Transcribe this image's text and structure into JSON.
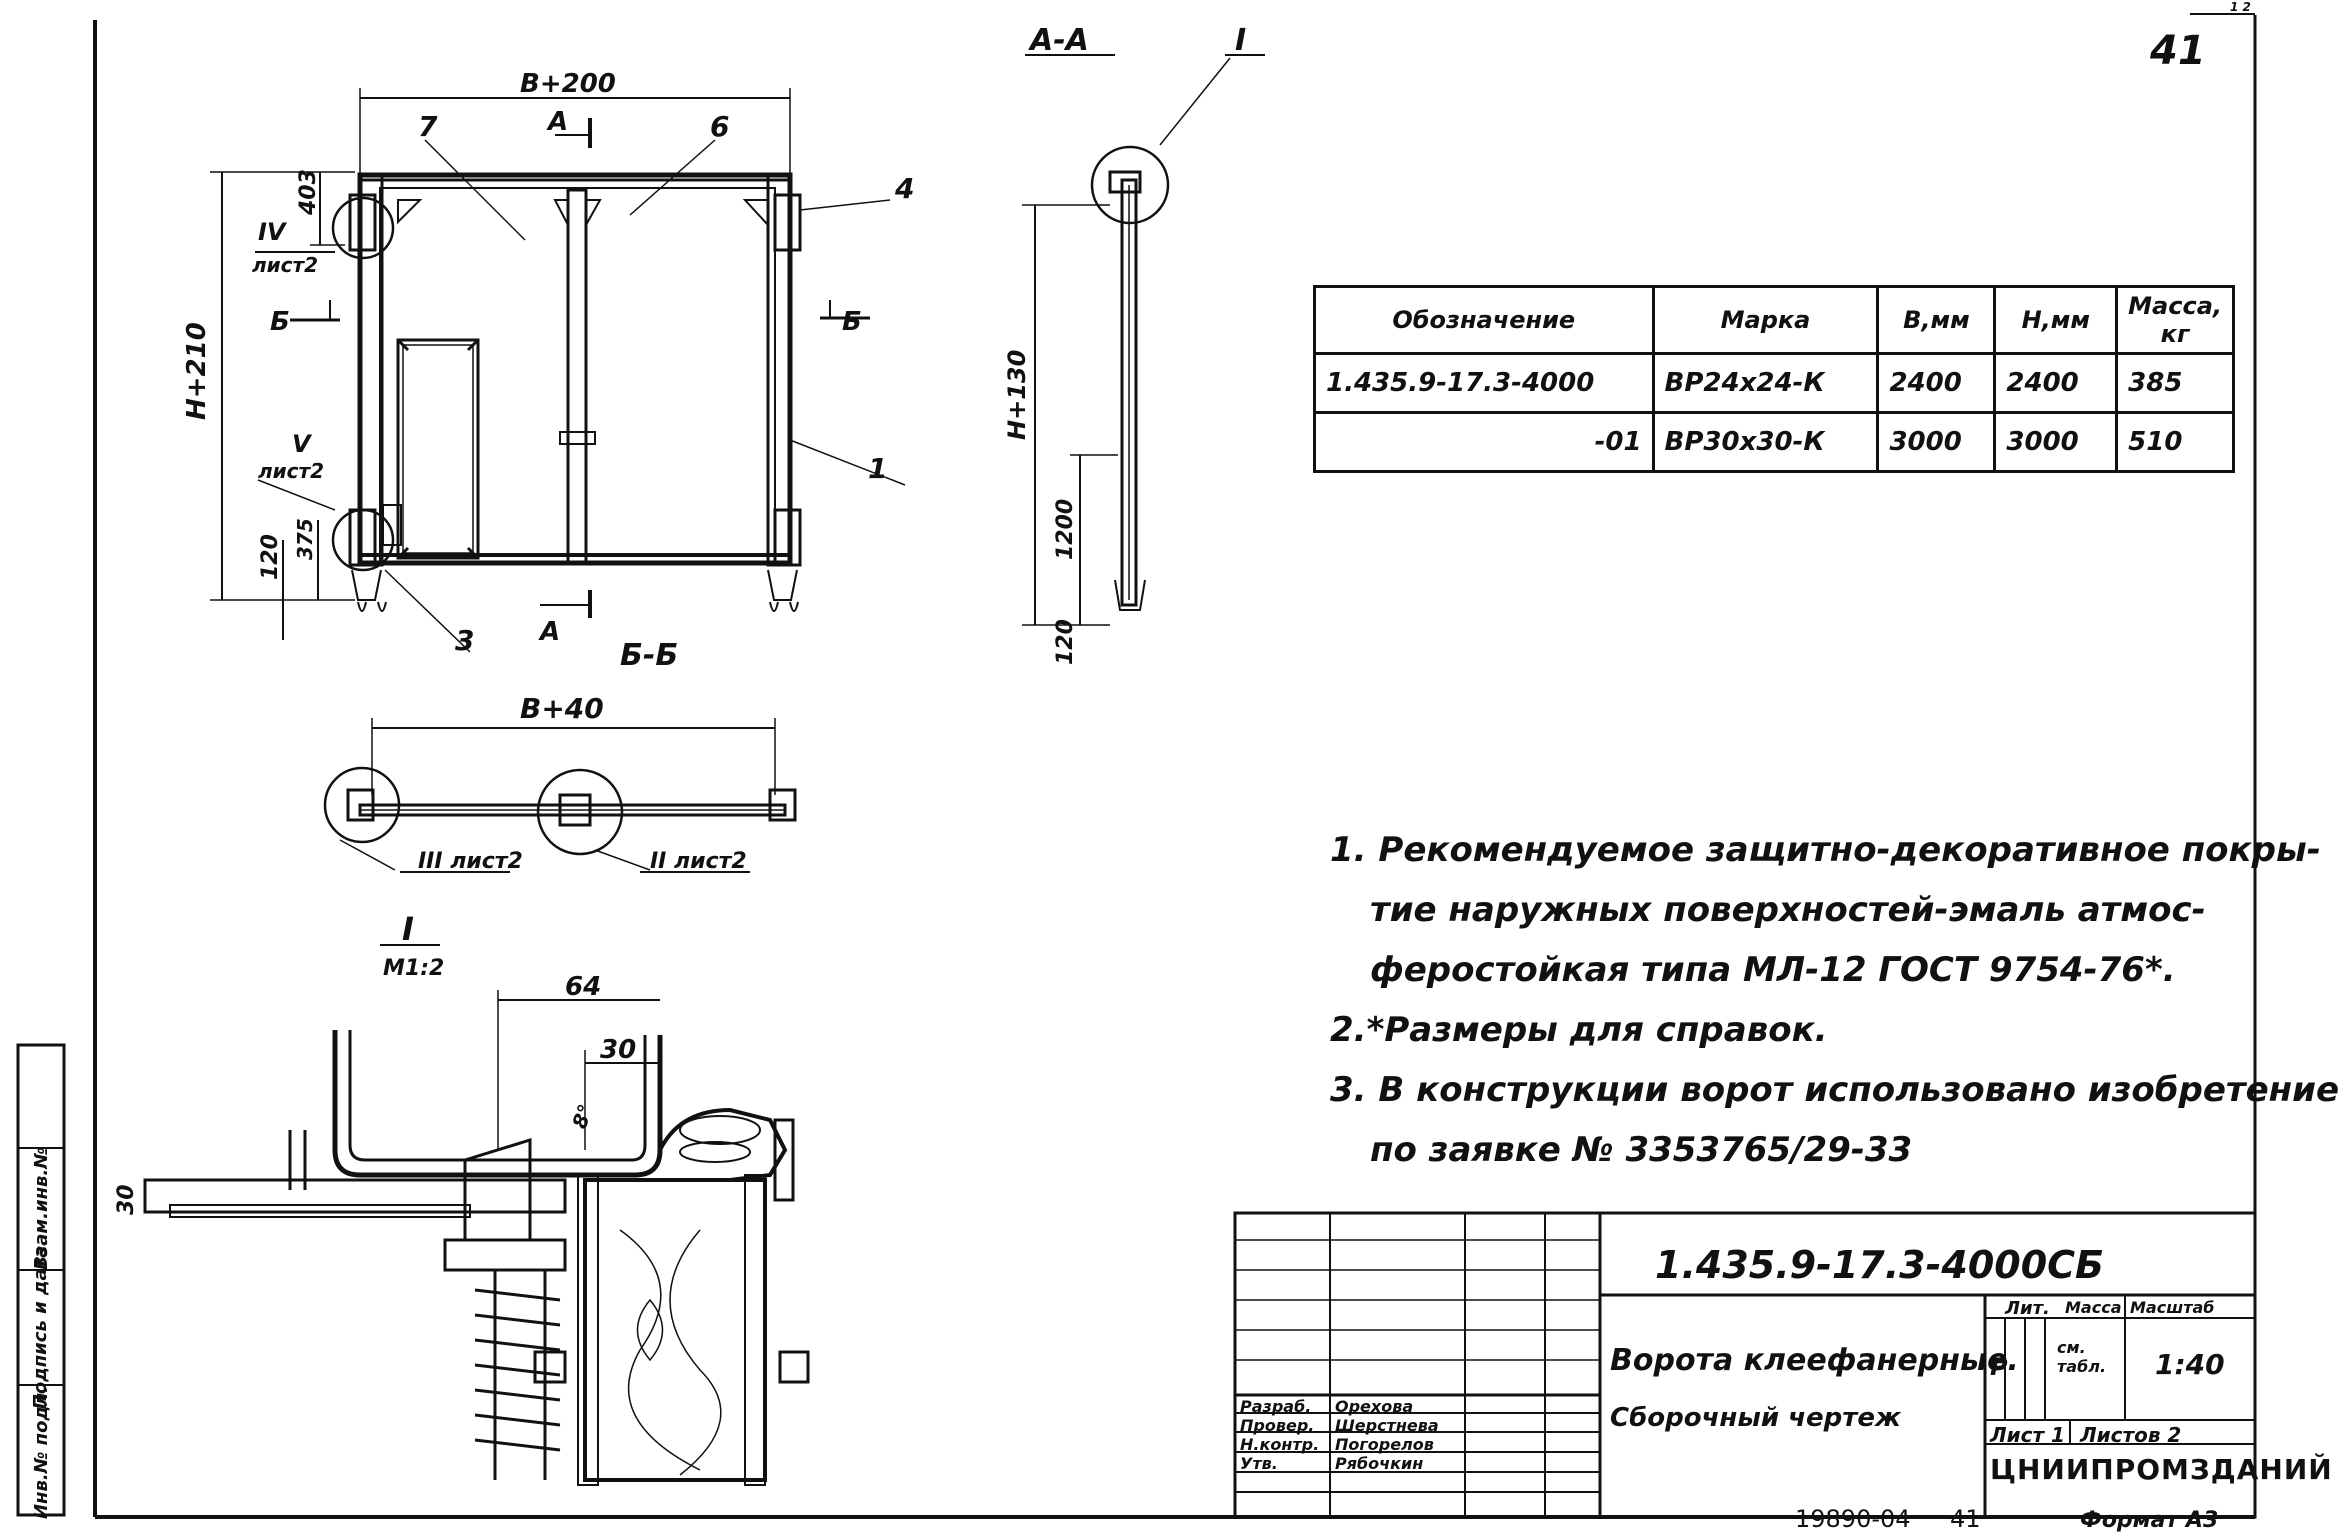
{
  "sheet": {
    "page_number": "41",
    "corner_mark": "1 2"
  },
  "main_view": {
    "dim_width": "В+200",
    "dim_height": "Н+210",
    "dim_top": "403",
    "dim_bottom": "120",
    "dim_bottom2": "375",
    "section_mark": "А",
    "section_b": "Б",
    "part_7": "7",
    "part_6": "6",
    "part_4": "4",
    "part_1": "1",
    "part_3": "3",
    "callout_iv": "IV",
    "callout_iv_sheet": "лист2",
    "callout_v": "V",
    "callout_v_sheet": "лист2"
  },
  "section_bb": {
    "title": "Б-Б",
    "dim_width": "В+40",
    "callout_iii": "III лист2",
    "callout_ii": "II лист2"
  },
  "section_aa": {
    "title": "А-А",
    "callout_i": "I",
    "dim_height": "Н+130",
    "dim_mid": "1200",
    "dim_bottom": "120"
  },
  "detail_i": {
    "title": "I",
    "scale": "М1:2",
    "dim_64": "64",
    "dim_30": "30",
    "dim_30v": "30",
    "dim_angle": "8°"
  },
  "spec_table": {
    "headers": [
      "Обозначение",
      "Марка",
      "В,мм",
      "Н,мм",
      "Масса, кг"
    ],
    "rows": [
      [
        "1.435.9-17.3-4000",
        "ВР24х24-К",
        "2400",
        "2400",
        "385"
      ],
      [
        "-01",
        "ВР30х30-К",
        "3000",
        "3000",
        "510"
      ]
    ]
  },
  "notes": [
    "1. Рекомендуемое защитно-декоративное покры-",
    "тие наружных поверхностей-эмаль атмос-",
    "феростойкая типа МЛ-12 ГОСТ 9754-76*.",
    "2.*Размеры для справок.",
    "3. В конструкции ворот использовано изобретение",
    "по заявке № 3353765/29-33"
  ],
  "title_block": {
    "designation": "1.435.9-17.3-4000СБ",
    "name_line1": "Ворота клеефанерные.",
    "name_line2": "Сборочный чертеж",
    "lit_label": "Лит.",
    "mass_label": "Масса",
    "scale_label": "Масштаб",
    "lit_value": "Р",
    "mass_value": "см. табл.",
    "scale_value": "1:40",
    "sheet_label": "Лист 1",
    "sheets_label": "Листов 2",
    "org": "ЦНИИПРОМЗДАНИЙ",
    "roles": [
      {
        "role": "Разраб.",
        "name": "Орехова"
      },
      {
        "role": "Провер.",
        "name": "Шерстнева"
      },
      {
        "role": "Н.контр.",
        "name": "Погорелов"
      },
      {
        "role": "Утв.",
        "name": "Рябочкин"
      }
    ]
  },
  "side_stamp": [
    "Инв.№ подл.",
    "Подпись и дата",
    "Взам.инв.№"
  ],
  "footer": {
    "code": "19890-04",
    "sheet_no": "41",
    "format": "Формат А3"
  }
}
